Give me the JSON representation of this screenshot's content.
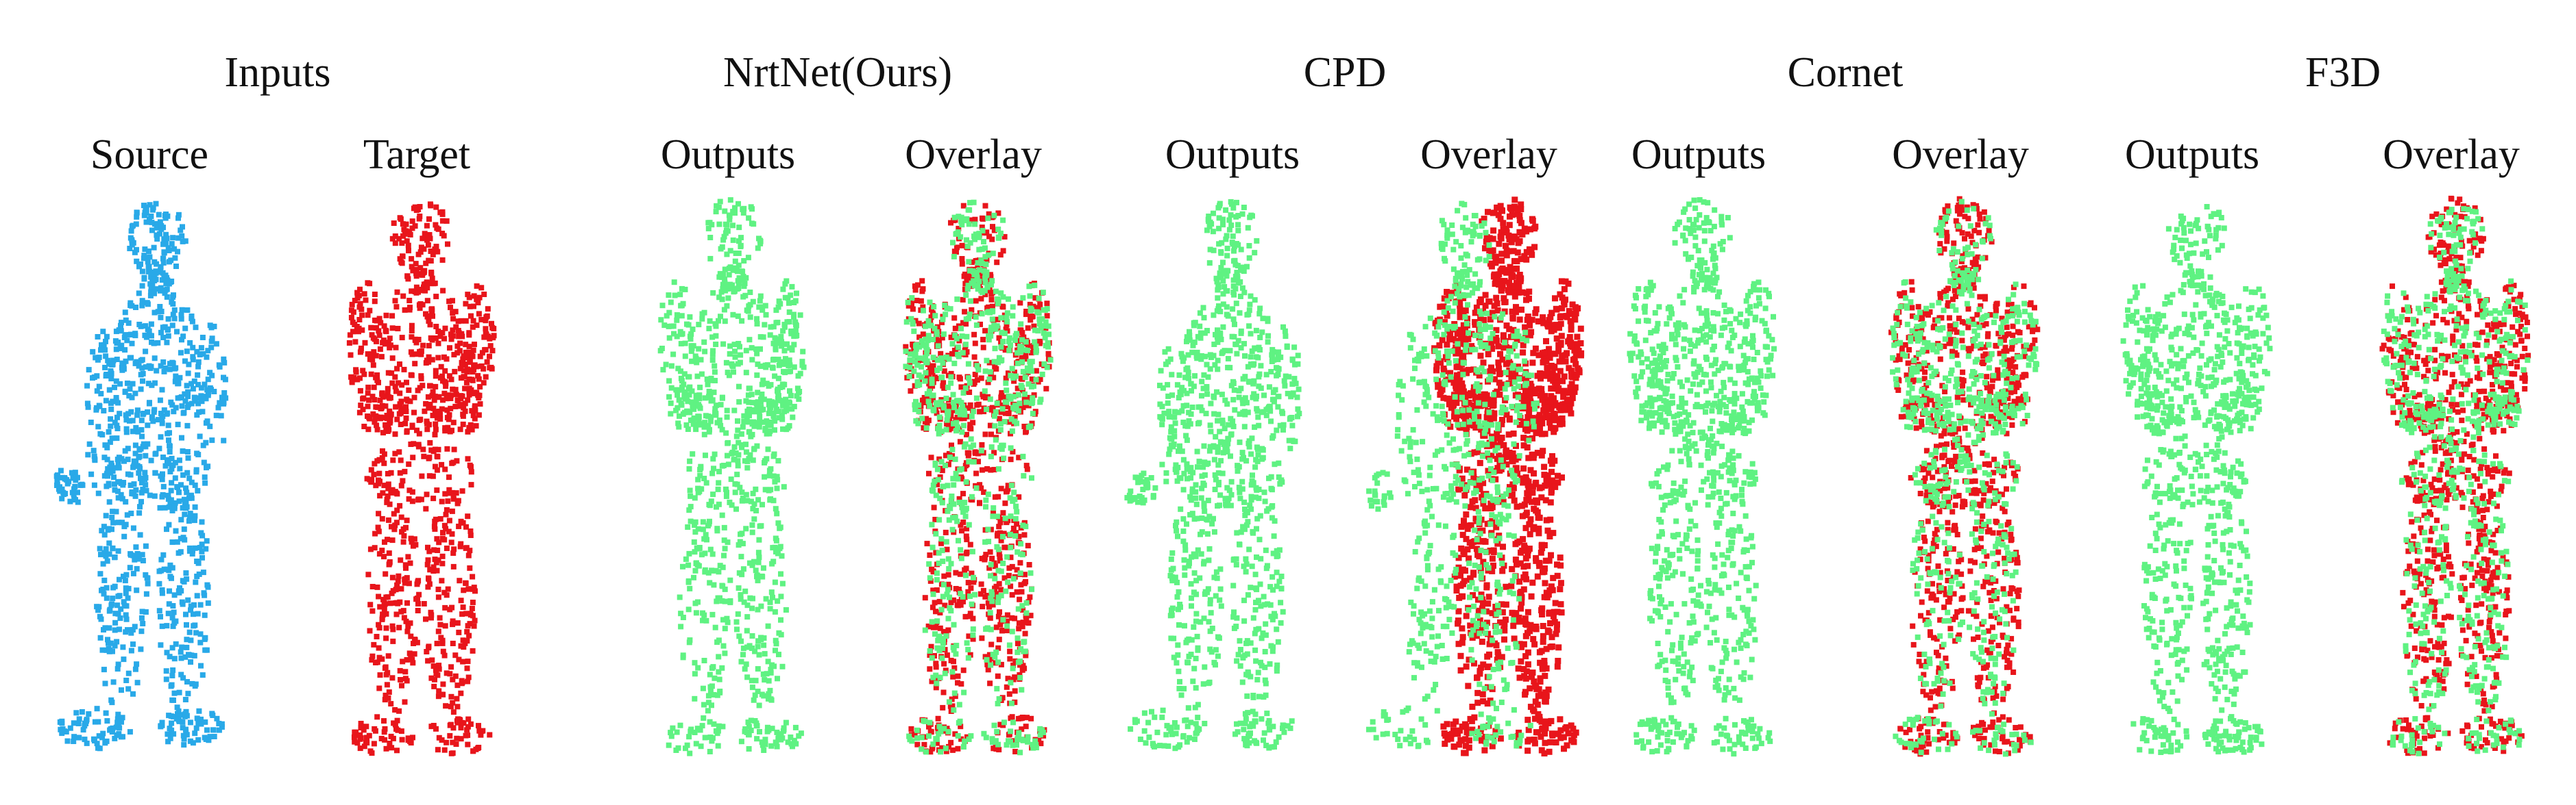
{
  "colors": {
    "source": "#29a9e8",
    "target": "#e8151b",
    "output": "#5ff282",
    "background": "#ffffff"
  },
  "groups": [
    {
      "title": "Inputs"
    },
    {
      "title": "NrtNet(Ours)"
    },
    {
      "title": "CPD"
    },
    {
      "title": "Cornet"
    },
    {
      "title": "F3D"
    }
  ],
  "columns": [
    {
      "label": "Source",
      "kind": "source",
      "pose": "walk-left"
    },
    {
      "label": "Target",
      "kind": "target",
      "pose": "stand-arms"
    },
    {
      "label": "Outputs",
      "kind": "output",
      "pose": "stand-arms"
    },
    {
      "label": "Overlay",
      "kind": "overlay",
      "pose": "stand-arms"
    },
    {
      "label": "Outputs",
      "kind": "output",
      "pose": "walk-left"
    },
    {
      "label": "Overlay",
      "kind": "overlay-bad",
      "pose": "stand-arms"
    },
    {
      "label": "Outputs",
      "kind": "output",
      "pose": "stand-arms"
    },
    {
      "label": "Overlay",
      "kind": "overlay",
      "pose": "stand-arms"
    },
    {
      "label": "Outputs",
      "kind": "output",
      "pose": "stand-arms"
    },
    {
      "label": "Overlay",
      "kind": "overlay",
      "pose": "stand-arms"
    }
  ]
}
